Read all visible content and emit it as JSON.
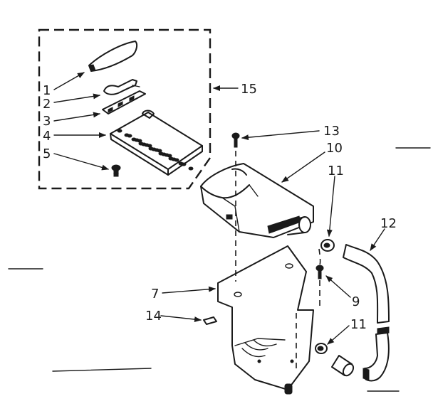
{
  "callouts": {
    "c1": "1",
    "c2": "2",
    "c3": "3",
    "c4": "4",
    "c5": "5",
    "c7": "7",
    "c9": "9",
    "c10": "10",
    "c11a": "11",
    "c11b": "11",
    "c12": "12",
    "c13": "13",
    "c14": "14",
    "c15": "15"
  }
}
